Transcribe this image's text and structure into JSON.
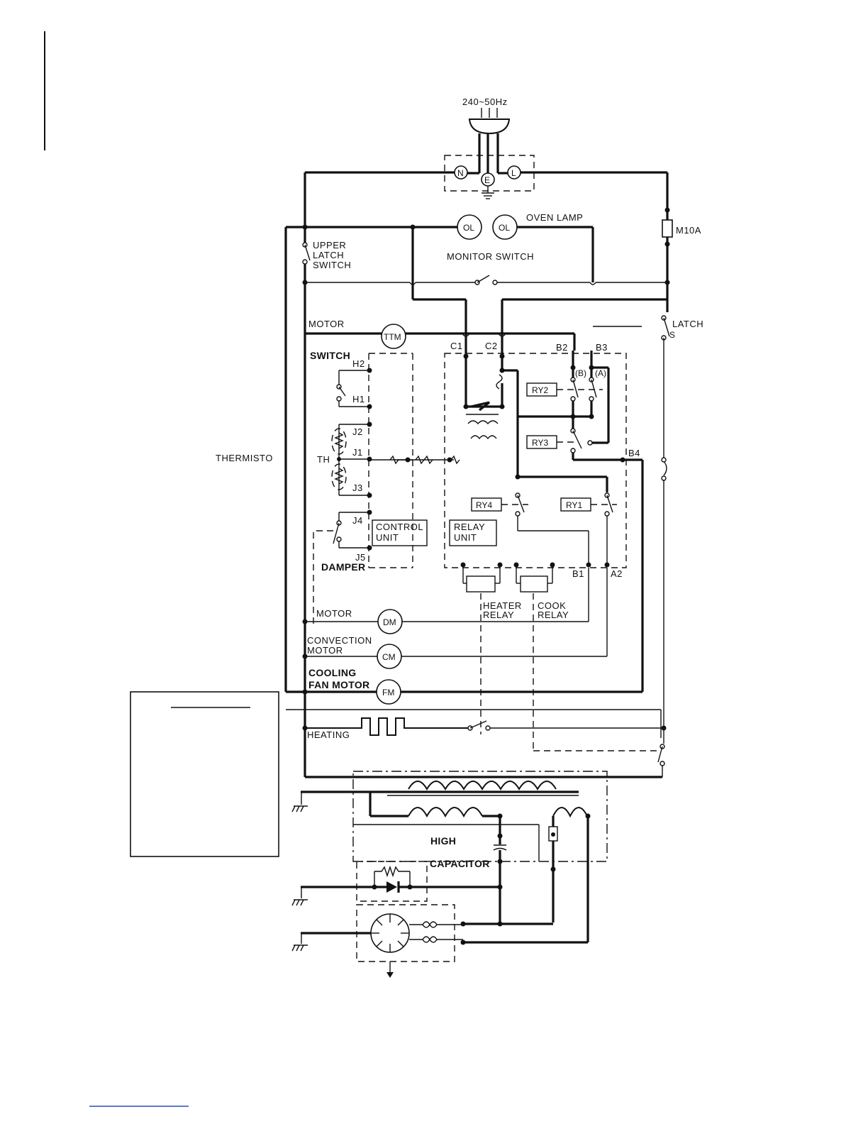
{
  "labels": {
    "supply": "240~50Hz",
    "n": "N",
    "e": "E",
    "l": "L",
    "ol1": "OL",
    "ol2": "OL",
    "oven_lamp": "OVEN LAMP",
    "fuse": "M10A",
    "upper1": "UPPER",
    "upper2": "LATCH",
    "upper3": "SWITCH",
    "monitor_switch": "MONITOR SWITCH",
    "motor_top": "MOTOR",
    "ttm": "TTM",
    "switch": "SWITCH",
    "latch": "LATCH",
    "latch_cut": "S",
    "c1": "C1",
    "c2": "C2",
    "b2": "B2",
    "b3": "B3",
    "b_paren": "(B)",
    "a_paren": "(A)",
    "h2": "H2",
    "h1": "H1",
    "j2": "J2",
    "j1": "J1",
    "j3": "J3",
    "j4": "J4",
    "j5": "J5",
    "th": "TH",
    "thermisto": "THERMISTO",
    "ry2": "RY2",
    "ry3": "RY3",
    "ry4": "RY4",
    "ry1": "RY1",
    "b4": "B4",
    "control1": "CONTROL",
    "control2": "UNIT",
    "relay1": "RELAY",
    "relay2": "UNIT",
    "damper": "DAMPER",
    "b1": "B1",
    "a2": "A2",
    "heater1": "HEATER",
    "heater2": "RELAY",
    "cook1": "COOK",
    "cook2": "RELAY",
    "motor_dm": "MOTOR",
    "dm": "DM",
    "conv1": "CONVECTION",
    "conv2": "MOTOR",
    "cm": "CM",
    "cooling1": "COOLING",
    "cooling2": "FAN MOTOR",
    "fm": "FM",
    "heating": "HEATING",
    "high": "HIGH",
    "capacitor": "CAPACITOR"
  }
}
